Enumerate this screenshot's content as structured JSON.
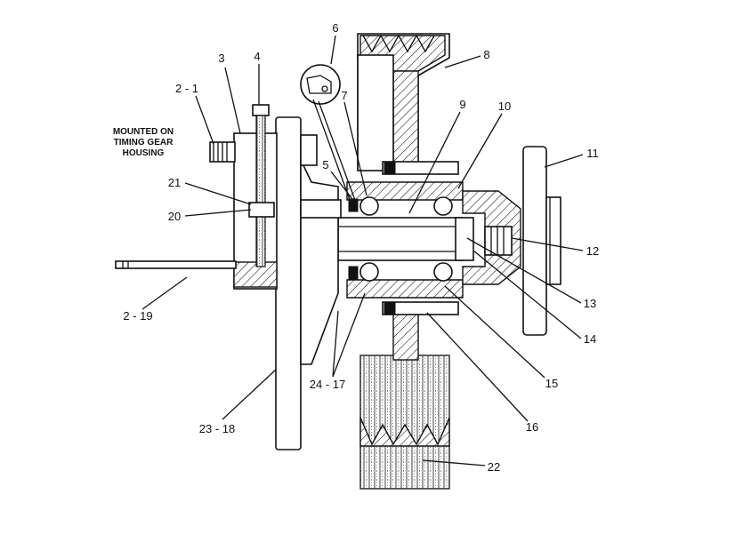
{
  "note": {
    "lines": [
      "MOUNTED ON",
      "TIMING GEAR",
      "HOUSING"
    ]
  },
  "callouts": [
    {
      "id": "c-2-1",
      "text": "2 - 1"
    },
    {
      "id": "c-3",
      "text": "3"
    },
    {
      "id": "c-4",
      "text": "4"
    },
    {
      "id": "c-5",
      "text": "5"
    },
    {
      "id": "c-6",
      "text": "6"
    },
    {
      "id": "c-7",
      "text": "7"
    },
    {
      "id": "c-8",
      "text": "8"
    },
    {
      "id": "c-9",
      "text": "9"
    },
    {
      "id": "c-10",
      "text": "10"
    },
    {
      "id": "c-11",
      "text": "11"
    },
    {
      "id": "c-12",
      "text": "12"
    },
    {
      "id": "c-13",
      "text": "13"
    },
    {
      "id": "c-14",
      "text": "14"
    },
    {
      "id": "c-15",
      "text": "15"
    },
    {
      "id": "c-16",
      "text": "16"
    },
    {
      "id": "c-2-19",
      "text": "2 - 19"
    },
    {
      "id": "c-20",
      "text": "20"
    },
    {
      "id": "c-21",
      "text": "21"
    },
    {
      "id": "c-22",
      "text": "22"
    },
    {
      "id": "c-23-18",
      "text": "23 - 18"
    },
    {
      "id": "c-24-17",
      "text": "24 - 17"
    }
  ]
}
